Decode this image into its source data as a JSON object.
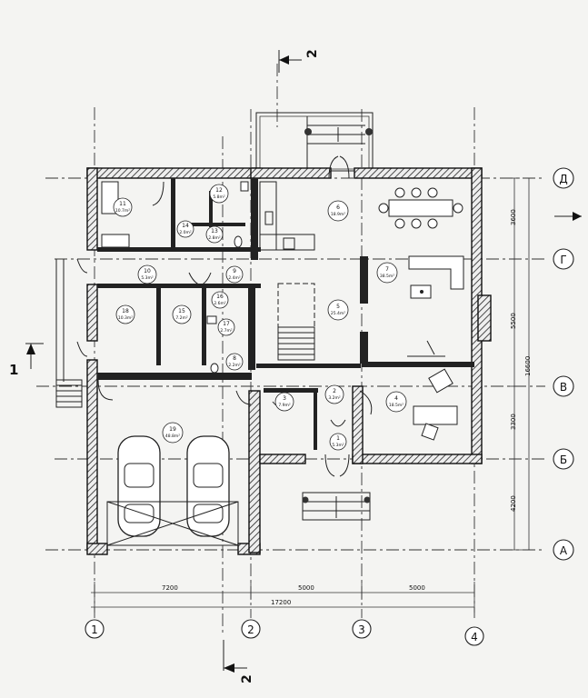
{
  "section_marks": {
    "s2_top": "2",
    "s2_bottom": "2",
    "s1_left": "1"
  },
  "axes_vertical": [
    "1",
    "2",
    "3",
    "4"
  ],
  "axes_horizontal": [
    "Д",
    "Г",
    "В",
    "Б",
    "А"
  ],
  "dimensions": {
    "bottom_spans": [
      "7200",
      "5000",
      "5000"
    ],
    "bottom_total": "17200",
    "right_spans": [
      "3600",
      "5500",
      "3300",
      "4200"
    ],
    "right_total": "16600"
  },
  "rooms": [
    {
      "no": "1",
      "area": "5.3m²"
    },
    {
      "no": "2",
      "area": "3.2m²"
    },
    {
      "no": "3",
      "area": "7.9m²"
    },
    {
      "no": "4",
      "area": "18.5m²"
    },
    {
      "no": "5",
      "area": "25.4m²"
    },
    {
      "no": "6",
      "area": "18.9m²"
    },
    {
      "no": "7",
      "area": "38.5m²"
    },
    {
      "no": "8",
      "area": "2.2m²"
    },
    {
      "no": "9",
      "area": "2.4m²"
    },
    {
      "no": "10",
      "area": "5.3m²"
    },
    {
      "no": "11",
      "area": "10.7m²"
    },
    {
      "no": "12",
      "area": "5.8m²"
    },
    {
      "no": "13",
      "area": "2.8m²"
    },
    {
      "no": "14",
      "area": "2.0m²"
    },
    {
      "no": "15",
      "area": "7.2m²"
    },
    {
      "no": "16",
      "area": "2.6m²"
    },
    {
      "no": "17",
      "area": "2.7m²"
    },
    {
      "no": "18",
      "area": "10.3m²"
    },
    {
      "no": "19",
      "area": "48.8m²"
    }
  ]
}
